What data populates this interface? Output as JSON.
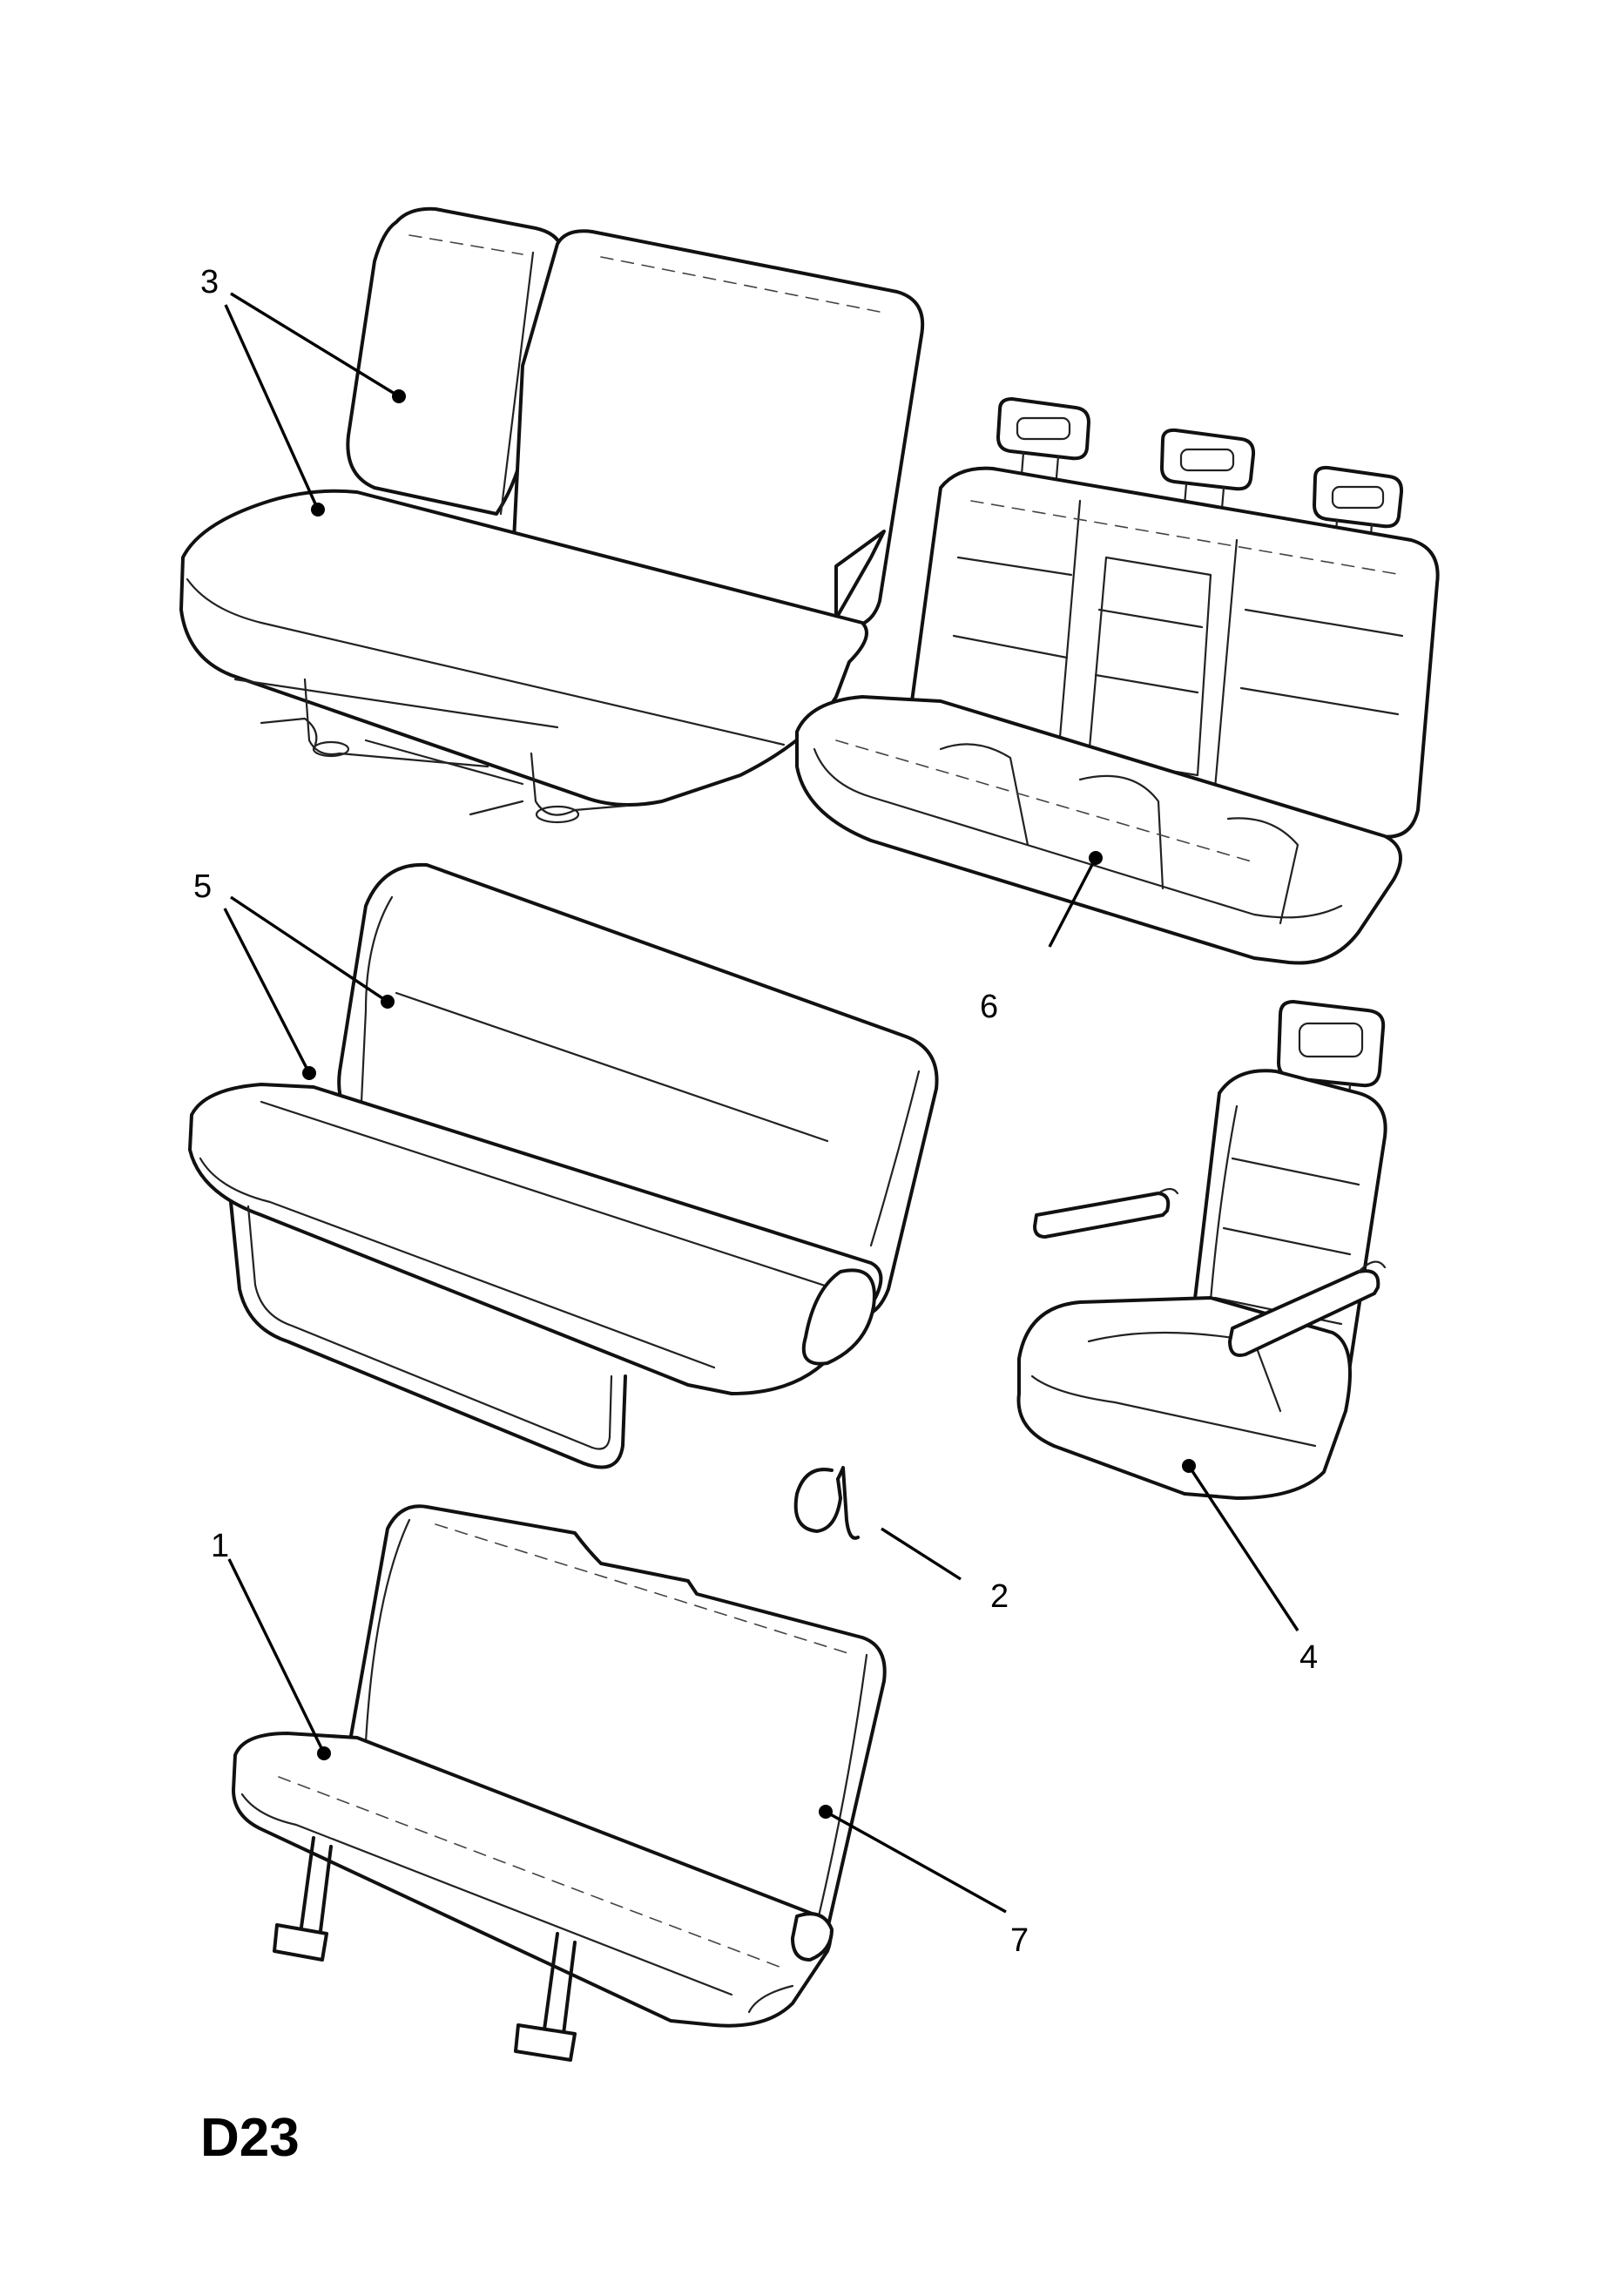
{
  "diagram_code": "D23",
  "callouts": {
    "c1": "1",
    "c2": "2",
    "c3": "3",
    "c4": "4",
    "c5": "5",
    "c6": "6",
    "c7": "7"
  },
  "parts": [
    {
      "callout": "3",
      "item": "three-seat bench with split backrest"
    },
    {
      "callout": "6",
      "item": "three-seat bench with headrests"
    },
    {
      "callout": "5",
      "item": "folding bench seat on frame"
    },
    {
      "callout": "4",
      "item": "single seat with armrests and headrest"
    },
    {
      "callout": "1",
      "item": "bench seat cushion"
    },
    {
      "callout": "7",
      "item": "bench seat backrest"
    },
    {
      "callout": "2",
      "item": "clip"
    }
  ]
}
